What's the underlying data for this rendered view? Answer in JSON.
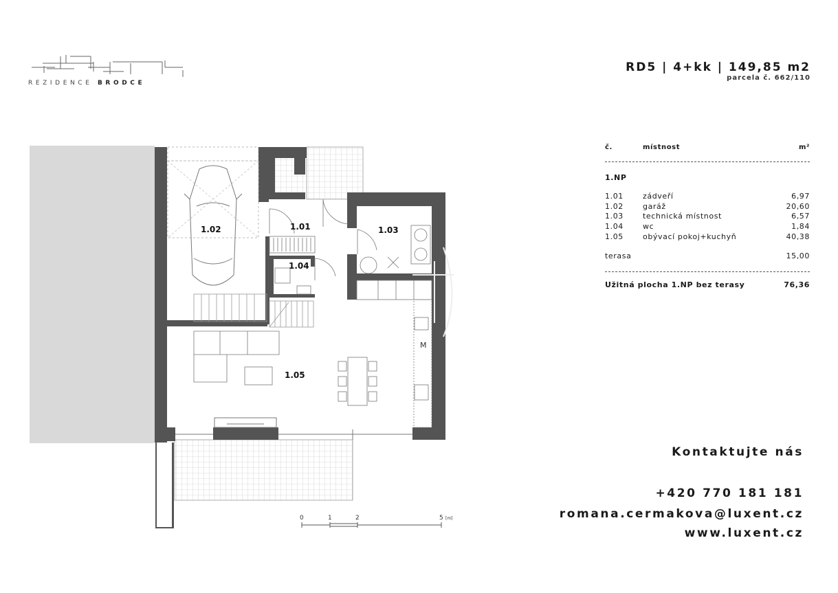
{
  "brand": {
    "name_light": "REZIDENCE",
    "name_bold": "BRODCE"
  },
  "header": {
    "title": "RD5  |  4+kk  |  149,85 m2",
    "parcel": "parcela č. 662/110"
  },
  "table": {
    "col_no": "č.",
    "col_room": "místnost",
    "col_area": "m²",
    "floor": "1.NP",
    "rooms": [
      {
        "no": "1.01",
        "name": "zádveří",
        "area": "6,97"
      },
      {
        "no": "1.02",
        "name": "garáž",
        "area": "20,60"
      },
      {
        "no": "1.03",
        "name": "technická místnost",
        "area": "6,57"
      },
      {
        "no": "1.04",
        "name": "wc",
        "area": "1,84"
      },
      {
        "no": "1.05",
        "name": "obývací pokoj+kuchyň",
        "area": "40,38"
      }
    ],
    "terrace": {
      "name": "terasa",
      "area": "15,00"
    },
    "total": {
      "name": "Užitná plocha 1.NP bez terasy",
      "area": "76,36"
    }
  },
  "plan": {
    "labels": {
      "r101": "1.01",
      "r102": "1.02",
      "r103": "1.03",
      "r104": "1.04",
      "r105": "1.05"
    },
    "fridge_mark": "M",
    "scale": {
      "t0": "0",
      "t1": "1",
      "t2": "2",
      "t5": "5",
      "unit": "[m]"
    },
    "colors": {
      "wall": "#545454",
      "neighbor": "#d9d9d9",
      "line": "#888888"
    }
  },
  "contact": {
    "heading": "Kontaktujte nás",
    "phone": "+420 770 181 181",
    "email": "romana.cermakova@luxent.cz",
    "web": "www.luxent.cz"
  }
}
